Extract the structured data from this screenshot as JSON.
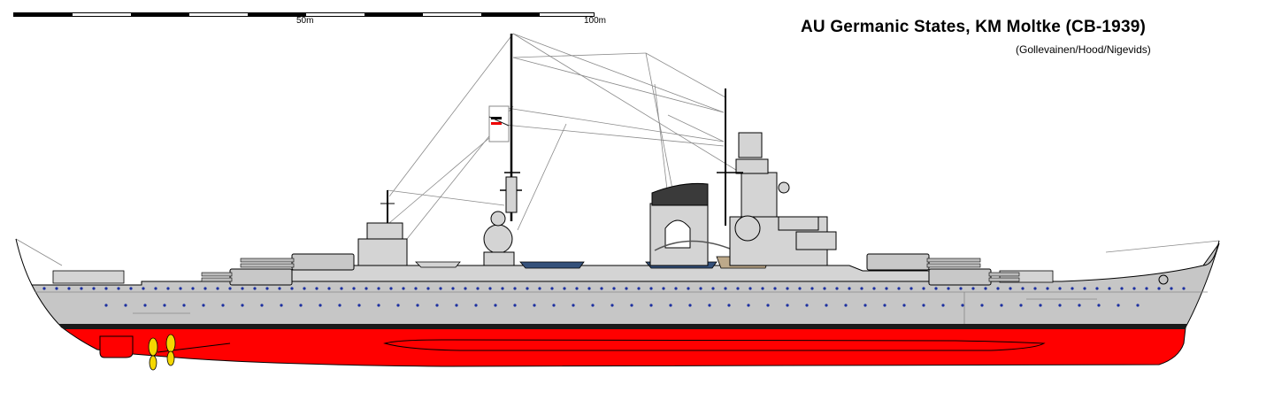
{
  "title": "AU Germanic States, KM Moltke (CB-1939)",
  "credits": "(Gollevainen/Hood/Nigevids)",
  "scale_bar": {
    "mid_label": "50m",
    "end_label": "100m"
  },
  "colors": {
    "hull_grey": "#c6c6c6",
    "superstructure_grey": "#d4d4d4",
    "dark_grey": "#7a7a7a",
    "waterline": "#1a1a1a",
    "antifouling_red": "#ff0000",
    "propeller_yellow": "#f5d800",
    "porthole_blue": "#1c2fa0",
    "boat_blue": "#34507a",
    "boat_tan": "#bda98a",
    "funnel_cap": "#3a3a3a"
  },
  "flag_icon": "ensign-flag-icon"
}
